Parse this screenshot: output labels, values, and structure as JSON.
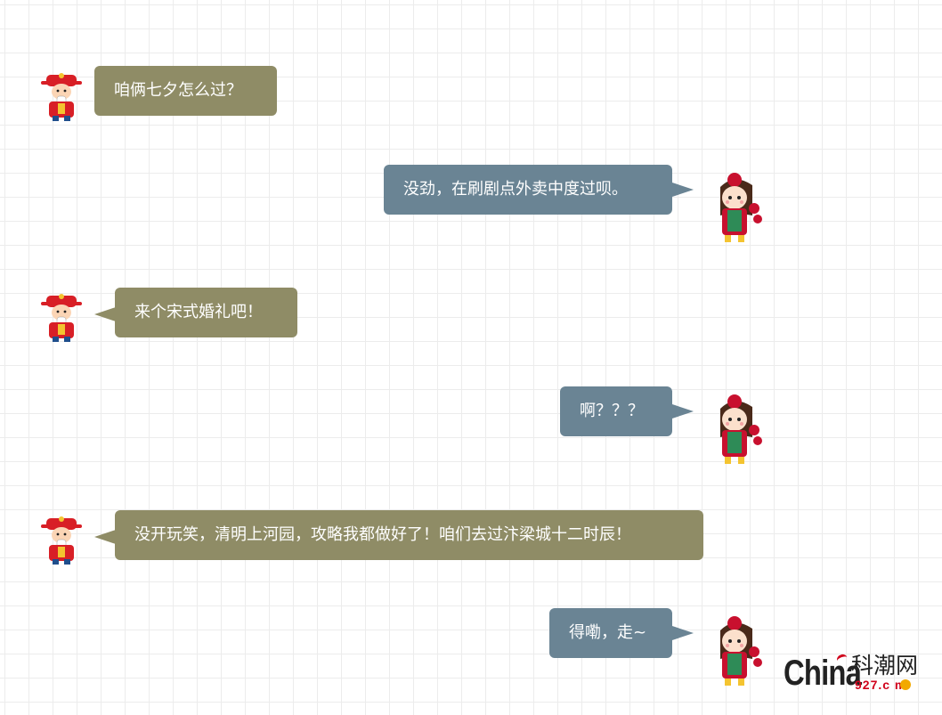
{
  "messages": [
    {
      "side": "left",
      "text": "咱俩七夕怎么过？"
    },
    {
      "side": "right",
      "text": "没劲，在刷剧点外卖中度过呗。"
    },
    {
      "side": "left",
      "text": "来个宋式婚礼吧！"
    },
    {
      "side": "right",
      "text": "啊？？？"
    },
    {
      "side": "left",
      "text": "没开玩笑，清明上河园，攻略我都做好了！咱们去过汴梁城十二时辰！"
    },
    {
      "side": "right",
      "text": "得嘞，走~"
    }
  ],
  "logo": {
    "latin": "China",
    "cjk": "科潮网",
    "number": "927.c m"
  },
  "colors": {
    "left_bubble": "#8f8c66",
    "right_bubble": "#6a8494"
  },
  "icons": {
    "left_avatar": "god-of-wealth-avatar-icon",
    "right_avatar": "girl-with-red-flowers-avatar-icon"
  }
}
